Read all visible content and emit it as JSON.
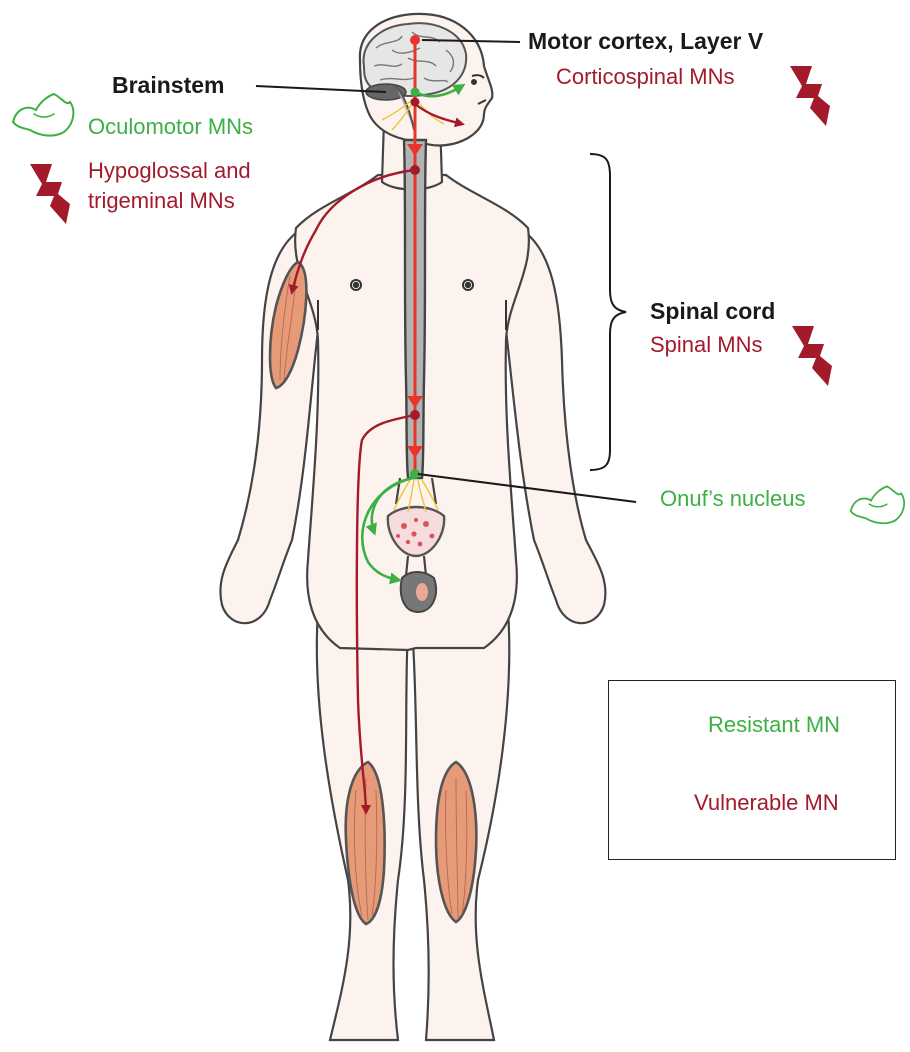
{
  "labels": {
    "motor_cortex": "Motor cortex, Layer V",
    "corticospinal": "Corticospinal MNs",
    "brainstem": "Brainstem",
    "oculomotor": "Oculomotor MNs",
    "hypoglossal_line1": "Hypoglossal and",
    "hypoglossal_line2": "trigeminal MNs",
    "spinal_cord": "Spinal cord",
    "spinal_mns": "Spinal MNs",
    "onufs": "Onuf’s nucleus"
  },
  "legend": {
    "resistant": "Resistant MN",
    "vulnerable": "Vulnerable MN"
  },
  "colors": {
    "resistant": "#3cb044",
    "vulnerable": "#a31b2b",
    "pathway": "#e8342a",
    "body_fill": "#fdf3ee",
    "body_outline": "#444444",
    "muscle": "#e79a78"
  },
  "icons": {
    "resistant": "outlined-muscle-icon",
    "vulnerable": "lightning-bolt-icon"
  }
}
